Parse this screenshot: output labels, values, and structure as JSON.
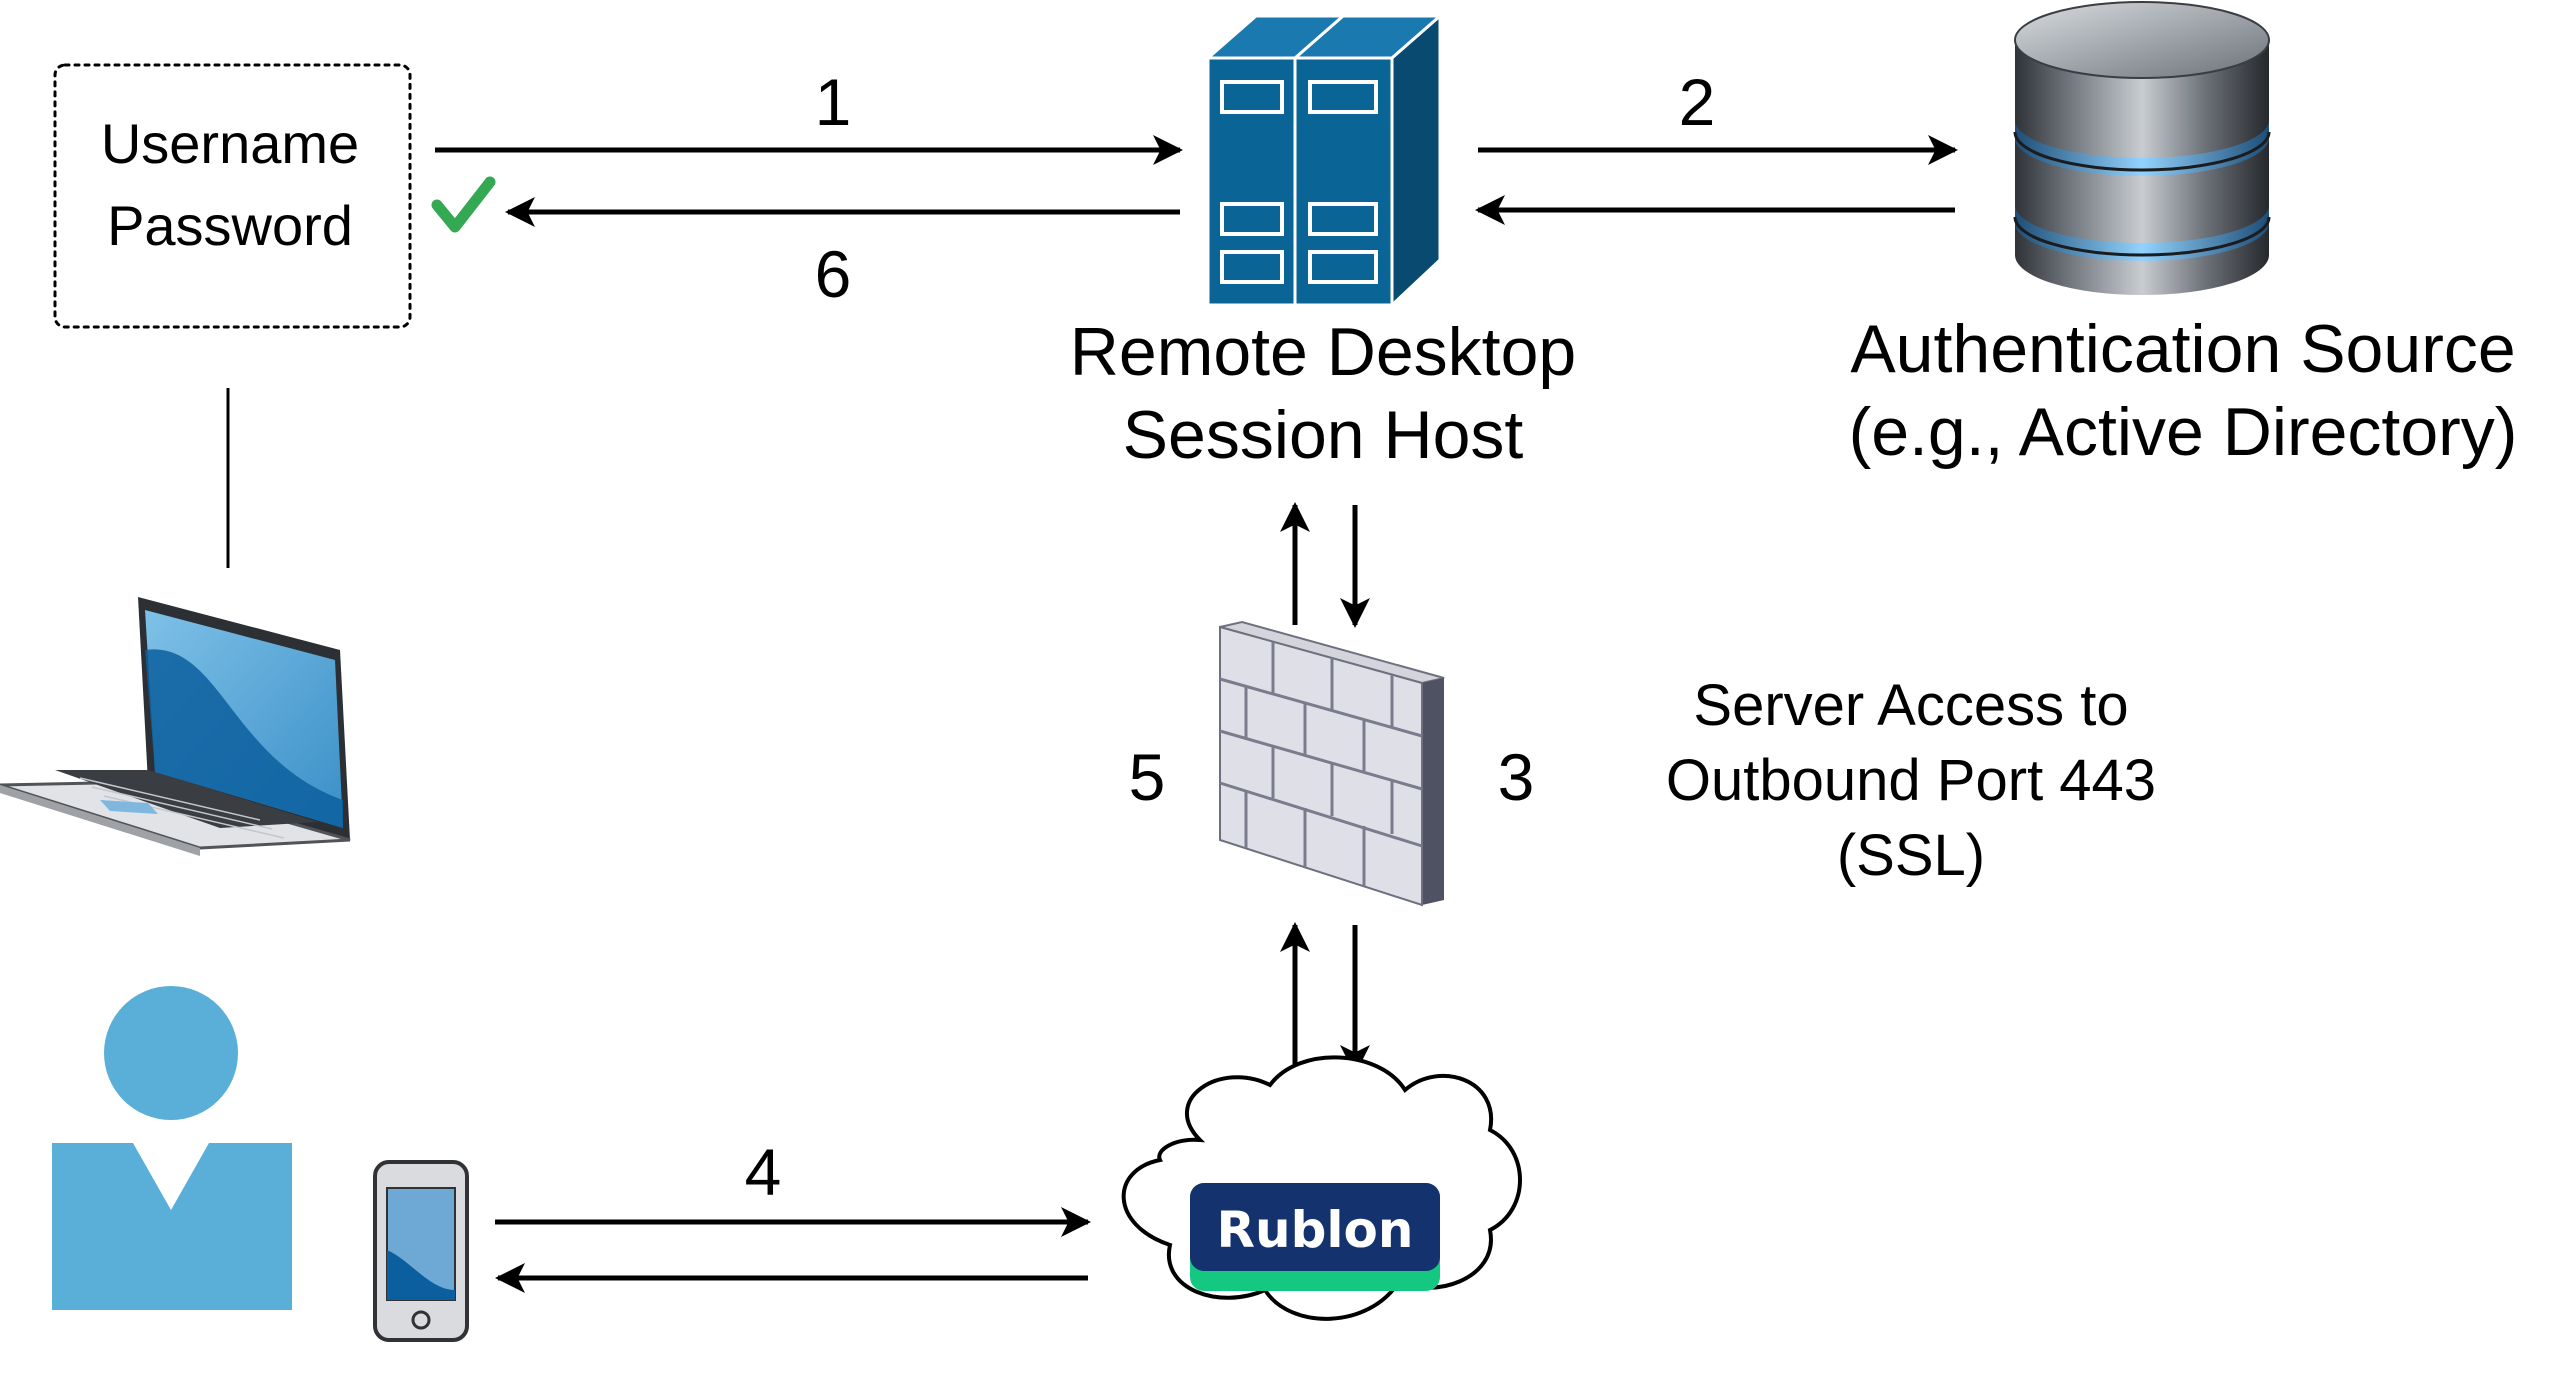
{
  "credentials": {
    "username_label": "Username",
    "password_label": "Password"
  },
  "nodes": {
    "session_host": {
      "line1": "Remote Desktop",
      "line2": "Session Host"
    },
    "auth_source": {
      "line1": "Authentication Source",
      "line2": "(e.g., Active Directory)"
    },
    "firewall_note": {
      "line1": "Server Access to",
      "line2": "Outbound Port 443",
      "line3": "(SSL)"
    },
    "rublon": {
      "logo_text": "Rublon"
    }
  },
  "steps": {
    "step1": "1",
    "step2": "2",
    "step3": "3",
    "step4": "4",
    "step5": "5",
    "step6": "6"
  },
  "colors": {
    "server_blue": "#0a6496",
    "user_blue": "#5aafd9",
    "rublon_navy": "#14336e",
    "rublon_green": "#14c882",
    "check_green": "#34a853"
  },
  "icons": [
    "checkmark-icon",
    "server-icon",
    "database-icon",
    "laptop-icon",
    "user-icon",
    "phone-icon",
    "firewall-icon",
    "cloud-icon"
  ]
}
